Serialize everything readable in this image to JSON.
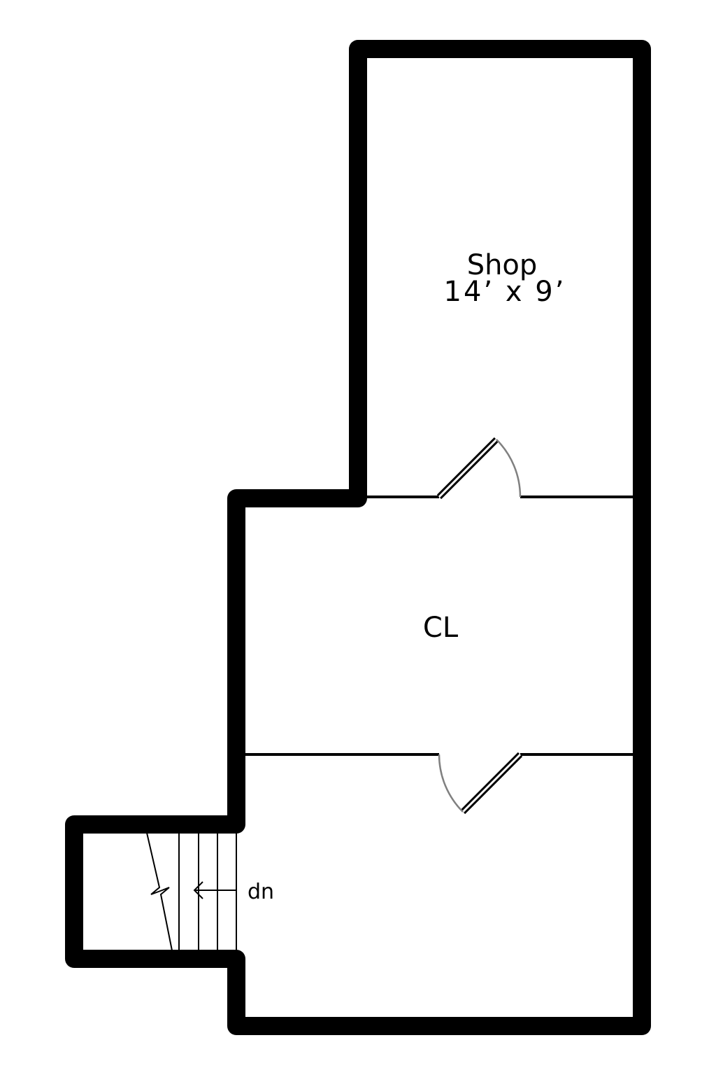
{
  "rooms": {
    "shop": {
      "name": "Shop",
      "dimensions": "14’ x 9’"
    },
    "closet": {
      "name": "CL"
    }
  },
  "stairs": {
    "direction_label": "dn"
  }
}
